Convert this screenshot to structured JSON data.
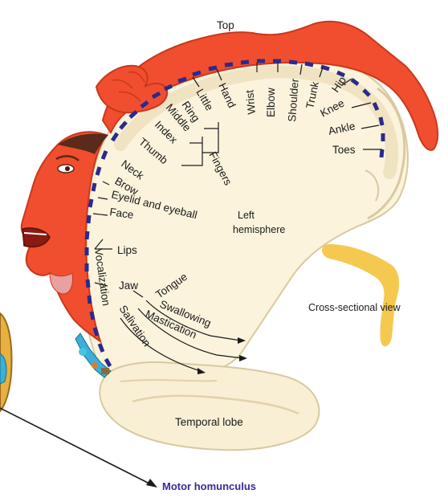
{
  "labels": {
    "top": "Top",
    "left_hemisphere_line1": "Left",
    "left_hemisphere_line2": "hemisphere",
    "cross_sectional_view": "Cross-sectional view",
    "temporal_lobe": "Temporal lobe",
    "motor_homunculus": "Motor homunculus"
  },
  "body_parts": {
    "toes": "Toes",
    "ankle": "Ankle",
    "knee": "Knee",
    "hip": "Hip",
    "trunk": "Trunk",
    "shoulder": "Shoulder",
    "elbow": "Elbow",
    "wrist": "Wrist",
    "hand": "Hand",
    "little": "Little",
    "ring": "Ring",
    "middle": "Middle",
    "index": "Index",
    "thumb": "Thumb",
    "fingers": "Fingers",
    "neck": "Neck",
    "brow": "Brow",
    "eyelid_eyeball": "Eyelid and eyeball",
    "face": "Face",
    "lips": "Lips",
    "jaw": "Jaw",
    "tongue": "Tongue",
    "swallowing": "Swallowing",
    "mastication": "Mastication",
    "salivation": "Salivation",
    "vocalization": "Vocalization"
  },
  "colors": {
    "body_red": "#f04e2e",
    "body_dark": "#c8391d",
    "brain_fill": "#fbf3dc",
    "brain_edge": "#d9c9a0",
    "gyrus_band": "#e9d9b0",
    "dash_blue": "#2b2a8c",
    "cross_section": "#f3bf30",
    "pointer_blue": "#3a2a9a"
  }
}
